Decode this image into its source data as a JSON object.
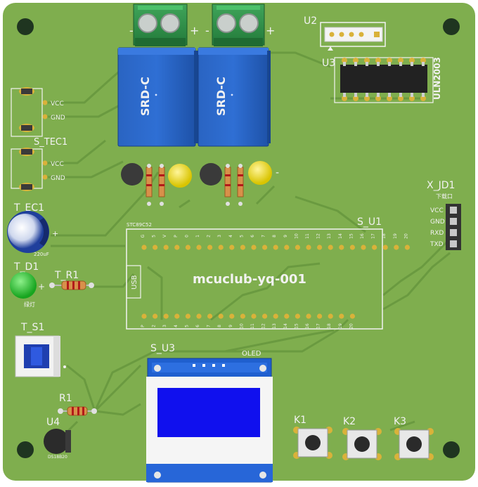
{
  "board": {
    "name": "mcuclub-yq-001",
    "color": "#7fae4e",
    "trace_color": "#6f9c43"
  },
  "relays": [
    {
      "ref": "",
      "marking": "SRD-C",
      "terminal_plus": "+",
      "terminal_minus": "-"
    },
    {
      "ref": "",
      "marking": "SRD-C",
      "terminal_plus": "+",
      "terminal_minus": "-"
    }
  ],
  "top_right": {
    "u2": "U2",
    "u3": "U3",
    "u3_part": "ULN2003"
  },
  "left": {
    "t_dc1_pins": [
      "VCC",
      "GND"
    ],
    "s_tec1": "S_TEC1",
    "s_tec1_pins": [
      "VCC",
      "GND"
    ],
    "t_ec1": "T_EC1",
    "t_ec1_value": "220uF",
    "t_d1": "T_D1",
    "t_d1_sub": "绿灯",
    "t_r1": "T_R1",
    "t_s1": "T_S1",
    "r1": "R1",
    "u4": "U4",
    "u4_part": "DS18B20",
    "plus_signs": [
      "+",
      "+"
    ]
  },
  "mcu": {
    "ref": "S_U1",
    "title": "mcuclub-yq-001",
    "usb_label": "USB",
    "top_header": "STC89C52",
    "top_pins": [
      "G",
      "5",
      "V",
      "P",
      "0",
      "1",
      "2",
      "3",
      "4",
      "5",
      "6",
      "7",
      "8",
      "9",
      "10",
      "11",
      "12",
      "13",
      "14",
      "15",
      "16",
      "17",
      "18",
      "19",
      "20"
    ],
    "bottom_pins": [
      "P",
      "2",
      "3",
      "4",
      "5",
      "6",
      "7",
      "8",
      "9",
      "10",
      "11",
      "12",
      "13",
      "14",
      "15",
      "16",
      "17",
      "18",
      "19",
      "20"
    ]
  },
  "serial": {
    "ref": "X_JD1",
    "sub": "下载口",
    "pins": [
      "VCC",
      "GND",
      "RXD",
      "TXD"
    ]
  },
  "oled": {
    "ref": "S_U3",
    "label": "OLED"
  },
  "keys": [
    "K1",
    "K2",
    "K3"
  ],
  "led_sign": "-"
}
